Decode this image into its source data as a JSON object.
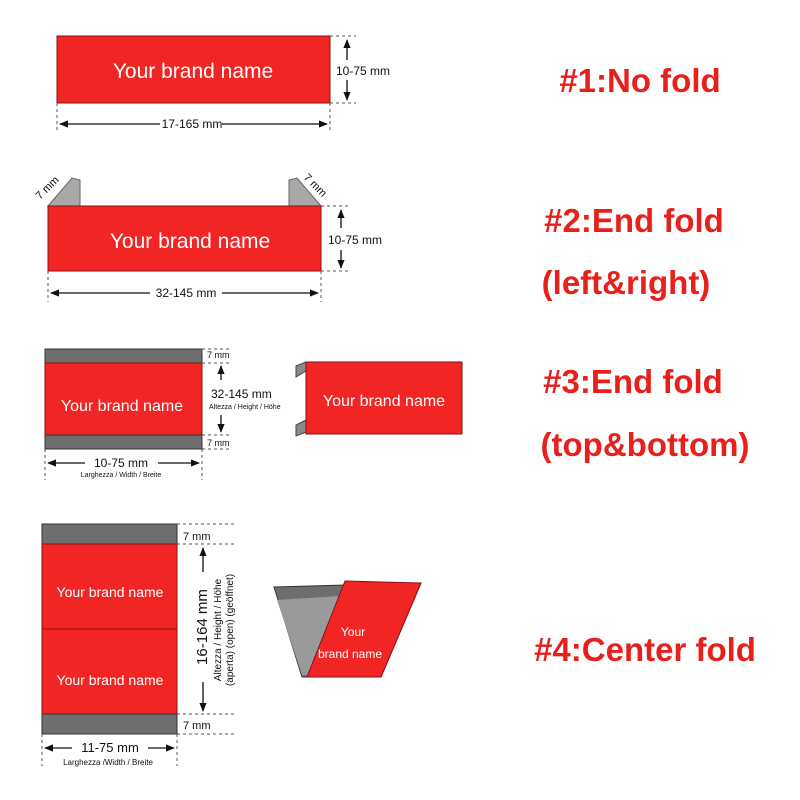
{
  "colors": {
    "label_red": "#f22525",
    "fold_gray": "#6e6e6e",
    "title_red": "#e8201c"
  },
  "brand_text": "Your brand name",
  "variant1": {
    "title": "#1:No fold",
    "height_dim": "10-75 mm",
    "width_dim": "17-165 mm"
  },
  "variant2": {
    "title_line1": "#2:End fold",
    "title_line2": "(left&right)",
    "fold_dim_left": "7 mm",
    "fold_dim_right": "7 mm",
    "height_dim": "10-75 mm",
    "width_dim": "32-145 mm"
  },
  "variant3": {
    "title_line1": "#3:End fold",
    "title_line2": "(top&bottom)",
    "fold_top": "7 mm",
    "fold_bottom": "7 mm",
    "height_dim": "32-145 mm",
    "height_sub": "Altezza / Height / Höhe",
    "width_dim": "10-75 mm",
    "width_sub": "Larghezza / Width / Breite"
  },
  "variant4": {
    "title": "#4:Center fold",
    "fold_top": "7 mm",
    "fold_bottom": "7 mm",
    "height_dim": "16-164 mm",
    "height_sub1": "Altezza / Height / Höhe",
    "height_sub2": "(aperta)  (open)  (geöffnet)",
    "width_dim": "11-75 mm",
    "width_sub": "Larghezza /Width / Breite",
    "folded_line1": "Your",
    "folded_line2": "brand name"
  }
}
